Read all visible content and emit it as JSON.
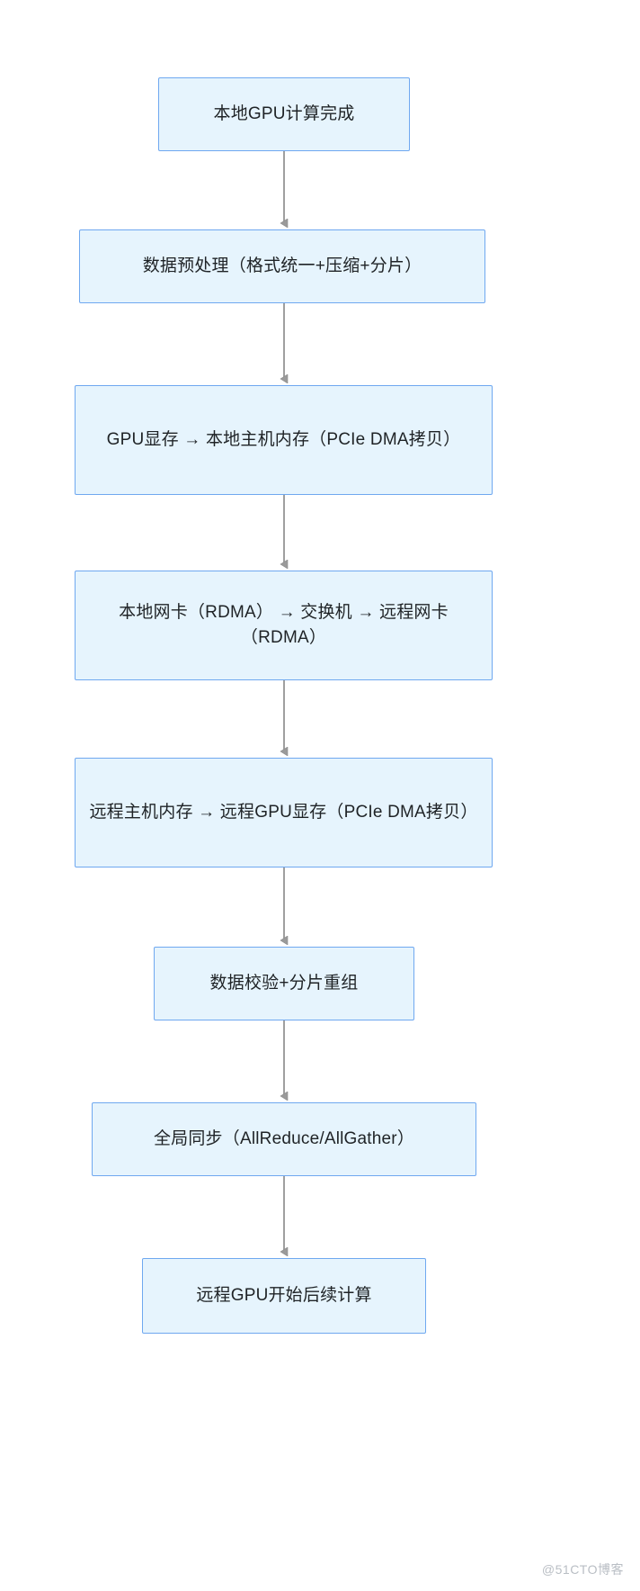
{
  "diagram": {
    "type": "flowchart",
    "direction": "top-to-bottom",
    "title": "",
    "node_style": {
      "fill": "#e6f4fd",
      "stroke": "#6fa8f0",
      "text_color": "#1f2326"
    },
    "edge_style": {
      "stroke": "#9a9a9a",
      "arrowhead": "filled-triangle"
    },
    "nodes": [
      {
        "id": "n0",
        "label": "本地GPU计算完成"
      },
      {
        "id": "n1",
        "label": "数据预处理（格式统一+压缩+分片）"
      },
      {
        "id": "n2",
        "label": "GPU显存 → 本地主机内存（PCIe DMA拷贝）"
      },
      {
        "id": "n3",
        "label": "本地网卡（RDMA） → 交换机 → 远程网卡（RDMA）"
      },
      {
        "id": "n4",
        "label": "远程主机内存 → 远程GPU显存（PCIe DMA拷贝）"
      },
      {
        "id": "n5",
        "label": "数据校验+分片重组"
      },
      {
        "id": "n6",
        "label": "全局同步（AllReduce/AllGather）"
      },
      {
        "id": "n7",
        "label": "远程GPU开始后续计算"
      }
    ],
    "edges": [
      {
        "from": "n0",
        "to": "n1",
        "label": ""
      },
      {
        "from": "n1",
        "to": "n2",
        "label": ""
      },
      {
        "from": "n2",
        "to": "n3",
        "label": ""
      },
      {
        "from": "n3",
        "to": "n4",
        "label": ""
      },
      {
        "from": "n4",
        "to": "n5",
        "label": ""
      },
      {
        "from": "n5",
        "to": "n6",
        "label": ""
      },
      {
        "from": "n6",
        "to": "n7",
        "label": ""
      }
    ]
  },
  "watermark": {
    "text": "@51CTO博客"
  }
}
